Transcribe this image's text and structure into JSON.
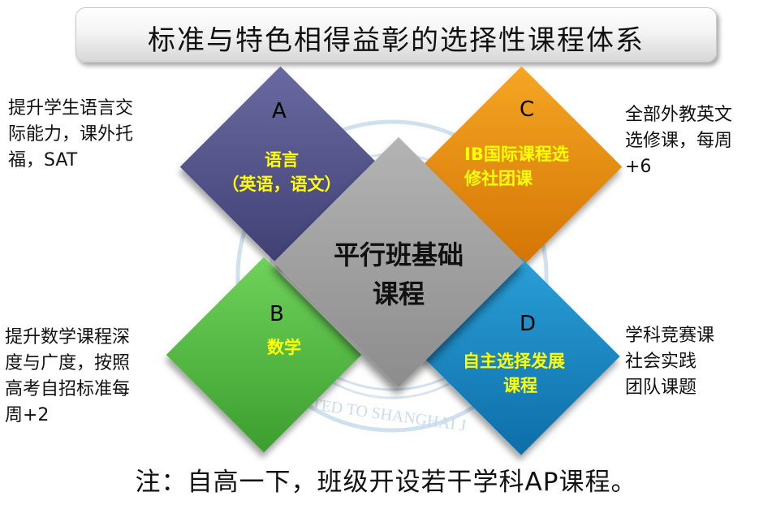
{
  "title": "标准与特色相得益彰的选择性课程体系",
  "center": {
    "label": "平行班基础课程"
  },
  "quadrants": {
    "A": {
      "letter": "A",
      "label_line1": "语言",
      "label_line2": "（英语，语文）",
      "color": "#4a4a82",
      "side_text": [
        "提升学生语言交",
        "际能力，课外托",
        "福，SAT"
      ]
    },
    "B": {
      "letter": "B",
      "label_line1": "数学",
      "color": "#4cb83a",
      "side_text": [
        "提升数学课程深",
        "度与广度，按照",
        "高考自招标准每",
        "周+2"
      ]
    },
    "C": {
      "letter": "C",
      "label_line1": "IB国际课程选",
      "label_line2": "修社团课",
      "color": "#e8890b",
      "side_text": [
        "全部外教英文",
        "选修课，每周",
        "+6"
      ]
    },
    "D": {
      "letter": "D",
      "label_line1": "自主选择发展",
      "label_line2": "课程",
      "color": "#1386c2",
      "side_text": [
        "学科竞赛课",
        "社会实践",
        "团队课题"
      ]
    }
  },
  "watermark_text": "TED TO SHANGHAI J",
  "footer": "注：自高一下，班级开设若干学科AP课程。"
}
